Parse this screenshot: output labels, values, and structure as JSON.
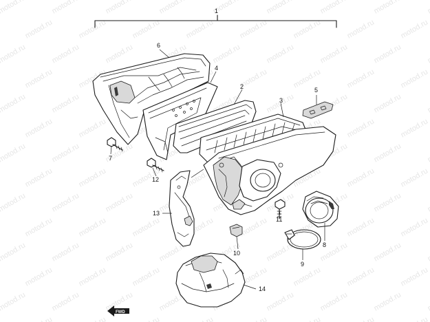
{
  "watermark": "motod.ru",
  "labels": {
    "p1": "1",
    "p2": "2",
    "p3": "3",
    "p4": "4",
    "p5": "5",
    "p6": "6",
    "p7": "7",
    "p8": "8",
    "p9": "9",
    "p10": "10",
    "p11": "11",
    "p12": "12",
    "p13": "13",
    "p14": "14"
  },
  "fwd_label": "FWD"
}
